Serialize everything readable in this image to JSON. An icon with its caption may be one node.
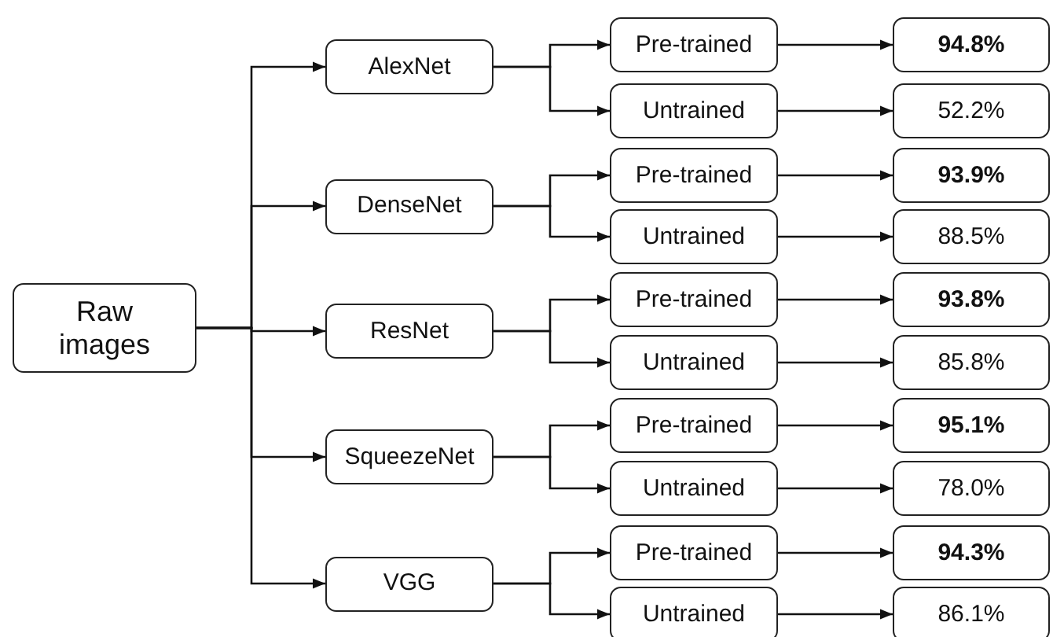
{
  "diagram": {
    "nodes": [
      {
        "text": [
          "Raw images"
        ]
      },
      {
        "text": [
          "AlexNet"
        ]
      },
      {
        "text": [
          "Pre-trained"
        ]
      },
      {
        "text": [
          "Untrained"
        ]
      },
      {
        "text": [
          "94.8%"
        ]
      },
      {
        "text": [
          "52.2%"
        ]
      },
      {
        "text": [
          "DenseNet"
        ]
      },
      {
        "text": [
          "Pre-trained"
        ]
      },
      {
        "text": [
          "Untrained"
        ]
      },
      {
        "text": [
          "93.9%"
        ]
      },
      {
        "text": [
          "88.5%"
        ]
      },
      {
        "text": [
          "ResNet"
        ]
      },
      {
        "text": [
          "Pre-trained"
        ]
      },
      {
        "text": [
          "Untrained"
        ]
      },
      {
        "text": [
          "93.8%"
        ]
      },
      {
        "text": [
          "85.8%"
        ]
      },
      {
        "text": [
          "SqueezeNet"
        ]
      },
      {
        "text": [
          "Pre-trained"
        ]
      },
      {
        "text": [
          "Untrained"
        ]
      },
      {
        "text": [
          "95.1%"
        ]
      },
      {
        "text": [
          "78.0%"
        ]
      },
      {
        "text": [
          "VGG"
        ]
      },
      {
        "text": [
          "Pre-trained"
        ]
      },
      {
        "text": [
          "Untrained"
        ]
      },
      {
        "text": [
          "94.3%"
        ]
      },
      {
        "text": [
          "86.1%"
        ]
      }
    ],
    "edges": [
      {
        "from": 0,
        "to": 1,
        "arrow": "to"
      },
      {
        "from": 1,
        "to": 2,
        "arrow": "to"
      },
      {
        "from": 1,
        "to": 3,
        "arrow": "to"
      },
      {
        "from": 2,
        "to": 4,
        "arrow": "to"
      },
      {
        "from": 3,
        "to": 5,
        "arrow": "to"
      },
      {
        "from": 0,
        "to": 6,
        "arrow": "to"
      },
      {
        "from": 6,
        "to": 7,
        "arrow": "to"
      },
      {
        "from": 6,
        "to": 8,
        "arrow": "to"
      },
      {
        "from": 7,
        "to": 9,
        "arrow": "to"
      },
      {
        "from": 8,
        "to": 10,
        "arrow": "to"
      },
      {
        "from": 0,
        "to": 11,
        "arrow": "to"
      },
      {
        "from": 11,
        "to": 12,
        "arrow": "to"
      },
      {
        "from": 11,
        "to": 13,
        "arrow": "to"
      },
      {
        "from": 12,
        "to": 14,
        "arrow": "to"
      },
      {
        "from": 13,
        "to": 15,
        "arrow": "to"
      },
      {
        "from": 0,
        "to": 16,
        "arrow": "to"
      },
      {
        "from": 16,
        "to": 17,
        "arrow": "to"
      },
      {
        "from": 16,
        "to": 18,
        "arrow": "to"
      },
      {
        "from": 17,
        "to": 19,
        "arrow": "to"
      },
      {
        "from": 18,
        "to": 20,
        "arrow": "to"
      },
      {
        "from": 0,
        "to": 21,
        "arrow": "to"
      },
      {
        "from": 21,
        "to": 22,
        "arrow": "to"
      },
      {
        "from": 21,
        "to": 23,
        "arrow": "to"
      },
      {
        "from": 22,
        "to": 24,
        "arrow": "to"
      },
      {
        "from": 23,
        "to": 25,
        "arrow": "to"
      }
    ]
  }
}
